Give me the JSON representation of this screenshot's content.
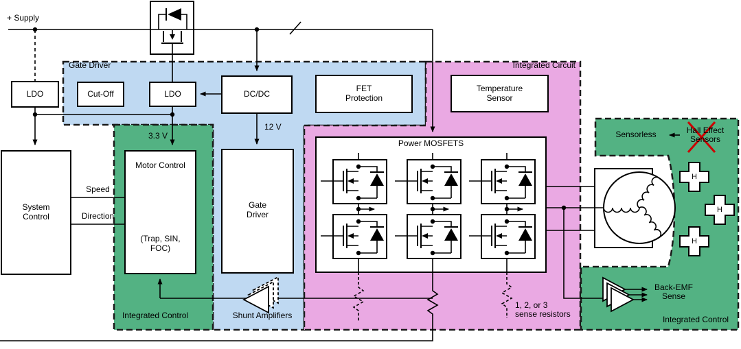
{
  "colors": {
    "blue": "#BFD9F2",
    "green": "#53B283",
    "pink": "#EAA9E3",
    "red_x": "#CC0000",
    "line": "#000000"
  },
  "labels": {
    "supply": "+ Supply",
    "gate_driver_region": "Gate Driver",
    "integrated_circuit": "Integrated Circuit",
    "integrated_control_left": "Integrated Control",
    "integrated_control_right": "Integrated Control",
    "shunt_amplifiers": "Shunt Amplifiers",
    "sense_resistors": "1, 2, or 3\nsense resistors",
    "power_mosfets": "Power MOSFETS",
    "sensorless": "Sensorless",
    "hall_effect_sensors": "Hall Effect\nSensors",
    "back_emf_sense": "Back-EMF\nSense",
    "v33": "3.3 V",
    "v12": "12 V",
    "speed": "Speed",
    "direction": "Direction",
    "hall_marker": "H"
  },
  "blocks": {
    "ldo_left": "LDO",
    "cut_off": "Cut-Off",
    "ldo": "LDO",
    "dc_dc": "DC/DC",
    "fet_protection": "FET\nProtection",
    "temperature_sensor": "Temperature\nSensor",
    "system_control": "System\nControl",
    "gate_driver": "Gate\nDriver",
    "motor_control": "Motor Control",
    "motor_control_modes": "(Trap, SIN,\nFOC)"
  }
}
